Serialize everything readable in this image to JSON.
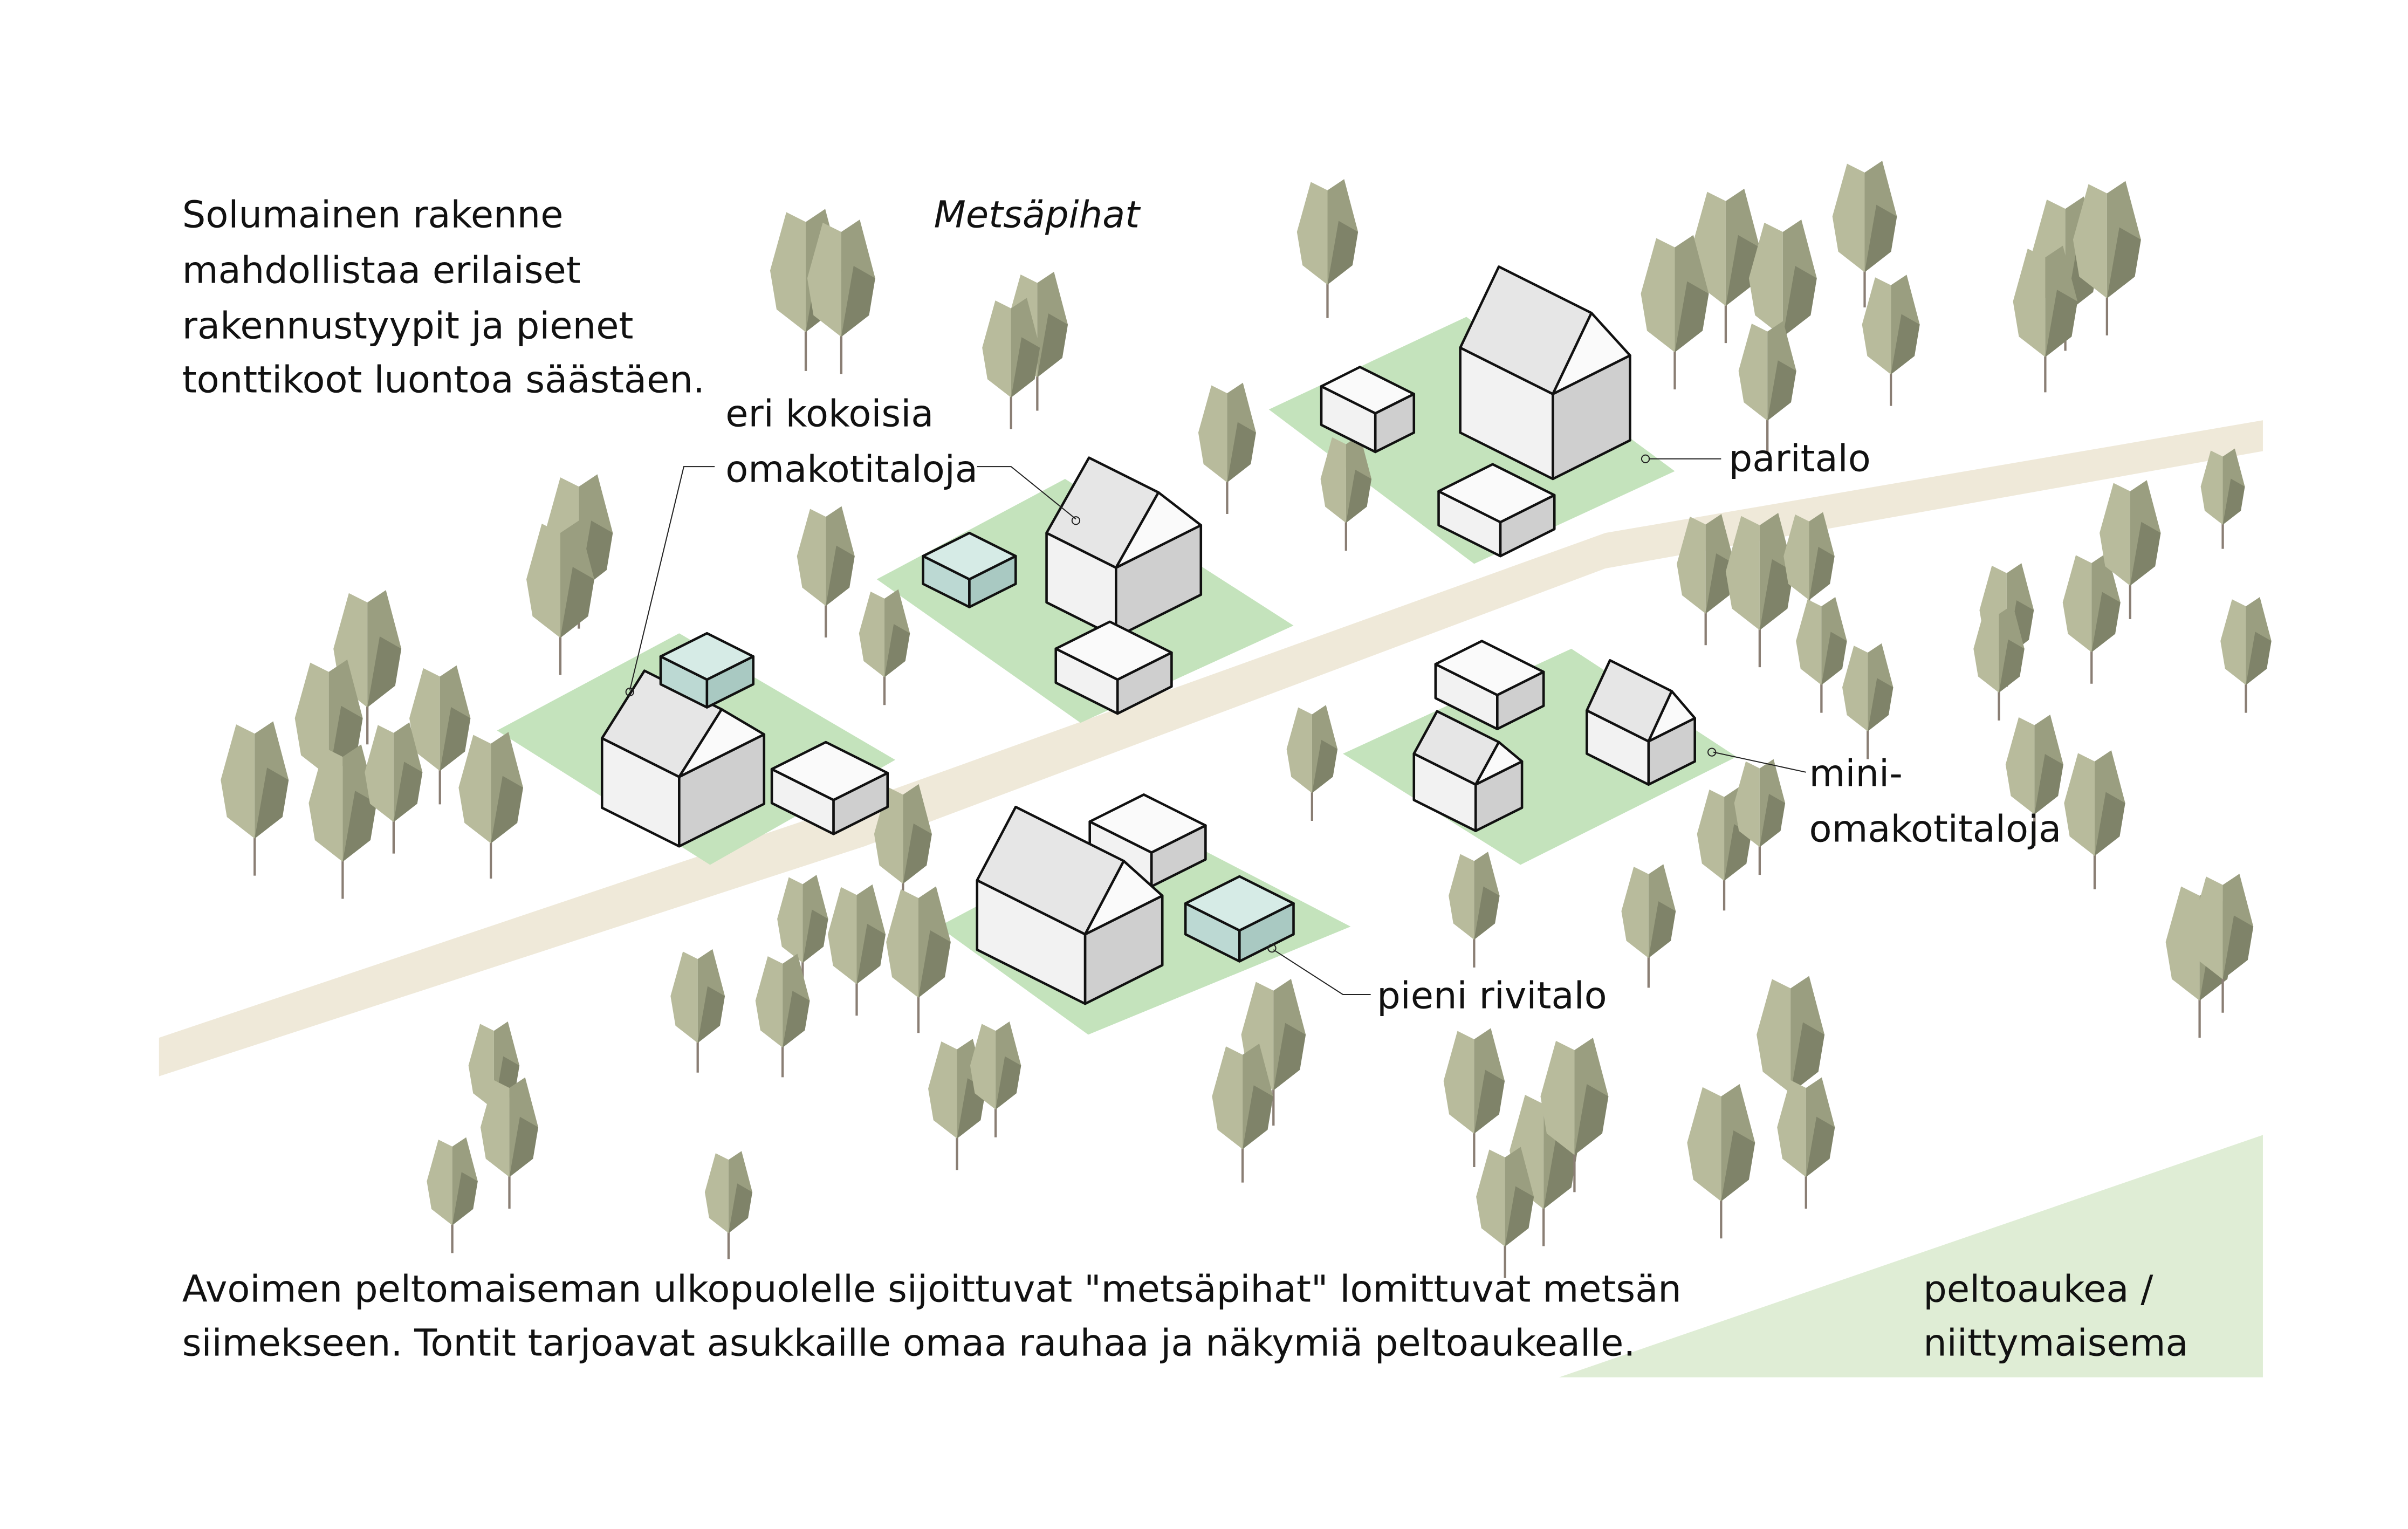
{
  "title": "Metsäpihat",
  "intro_lines": [
    "Solumainen rakenne",
    "mahdollistaa erilaiset",
    "rakennustyypit ja pienet",
    "tonttikoot luontoa säästäen."
  ],
  "labels": {
    "eri_kokoisia_1": "eri kokoisia",
    "eri_kokoisia_2": "omakotitaloja",
    "paritalo": "paritalo",
    "mini_1": "mini-",
    "mini_2": "omakotitaloja",
    "rivitalo": "pieni rivitalo",
    "field_1": "peltoaukea /",
    "field_2": "niittymaisema"
  },
  "caption_lines": [
    "Avoimen peltomaiseman ulkopuolelle sijoittuvat \"metsäpihat\" lomittuvat metsän",
    "siimekseen. Tontit tarjoavat asukkaille omaa rauhaa ja näkymiä peltoaukealle."
  ],
  "colors": {
    "plot": "#c4e3bc",
    "road": "#efe9d9",
    "field": "#dfedd5",
    "tree_light": "#b8bb9c",
    "tree_mid": "#9a9e80",
    "tree_dark": "#6e725a",
    "house_light": "#f2f2f2",
    "house_shade": "#cfcfcf",
    "glass": "#bcd9d3"
  }
}
